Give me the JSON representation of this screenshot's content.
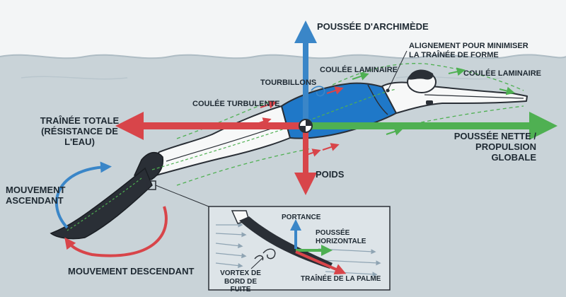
{
  "labels": {
    "buoyancy": "POUSSÉE D'ARCHIMÈDE",
    "alignment": "ALIGNEMENT POUR MINIMISER LA TRAÎNÉE DE FORME",
    "laminar_flow_back": "COULÉE LAMINAIRE",
    "laminar_flow_front": "COULÉE LAMINAIRE",
    "eddies": "TOURBILLONS",
    "turbulent_flow": "COULÉE TURBULENTE",
    "total_drag": "TRAÎNÉE TOTALE (RÉSISTANCE DE L'EAU)",
    "net_thrust": "POUSSÉE NETTE / PROPULSION GLOBALE",
    "weight": "POIDS",
    "upward_motion": "MOUVEMENT ASCENDANT",
    "downward_motion": "MOUVEMENT DESCENDANT",
    "lift": "PORTANCE",
    "horizontal_thrust": "POUSSÉE HORIZONTALE",
    "trailing_vortex": "VORTEX DE BORD DE FUITE",
    "fin_drag": "TRAÎNÉE DE LA PALME"
  },
  "colors": {
    "water": "#c9d3d8",
    "blue_arrow": "#3a86c8",
    "red_arrow": "#d8454a",
    "green_arrow": "#4fb052",
    "swimsuit": "#1f78c8",
    "fin": "#2a2f36"
  }
}
